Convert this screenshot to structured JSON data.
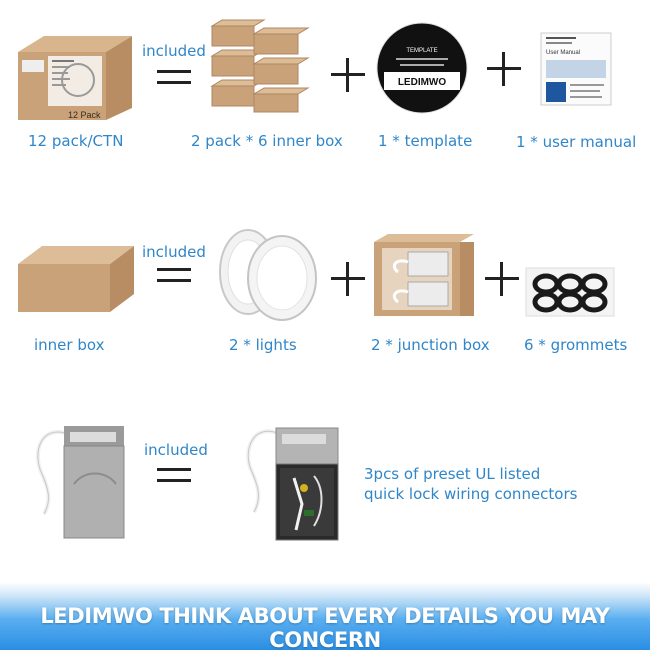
{
  "row1": {
    "included": "included",
    "labels": [
      "12 pack/CTN",
      "2 pack * 6 inner box",
      "1 * template",
      "1 * user manual"
    ],
    "carton_print": "12 Pack",
    "template_text": "TEMPLATE",
    "template_brand": "LEDIMWO",
    "manual_title": "User Manual"
  },
  "row2": {
    "included": "included",
    "labels": [
      "inner box",
      "2 * lights",
      "2 * junction box",
      "6 * grommets"
    ]
  },
  "row3": {
    "included": "included",
    "note_line1": "3pcs of preset UL listed",
    "note_line2": "quick lock wiring connectors"
  },
  "banner": {
    "text": "LEDIMWO THINK ABOUT EVERY DETAILS YOU MAY CONCERN"
  },
  "colors": {
    "label_blue": "#2f86c9",
    "cardboard": "#c9a27a",
    "banner_blue": "#2a8ee3"
  }
}
